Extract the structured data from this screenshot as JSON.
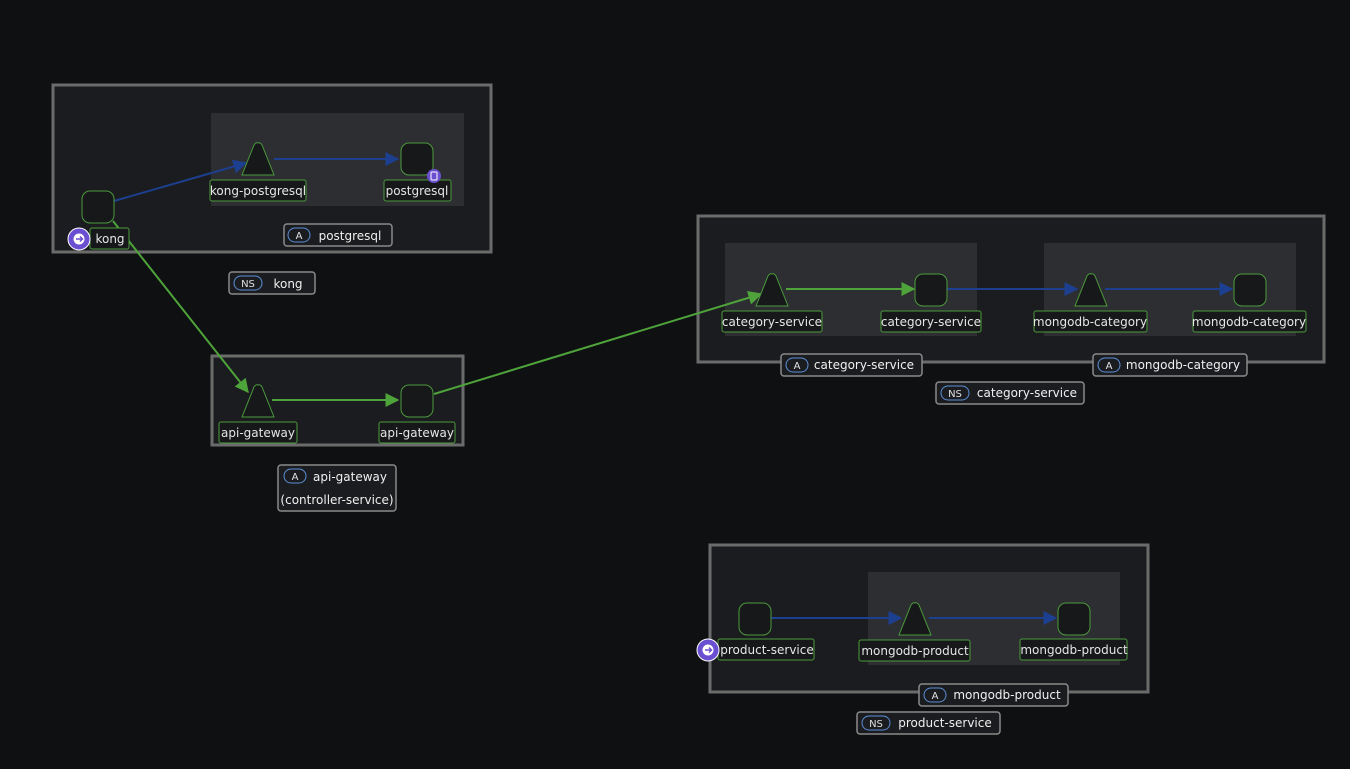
{
  "colors": {
    "background": "#0f1012",
    "namespace_box_border": "#6b6b6b",
    "namespace_box_fill": "#1b1c1f",
    "app_box_fill": "#2d2e31",
    "node_border": "#4b9a3c",
    "node_fill": "#17181a",
    "edge_green": "#4ea33a",
    "edge_blue": "#1d3f8f",
    "badge_border": "#8a8a8a",
    "badge_fill": "#1b1c1f",
    "pill_border": "#5b8fd6",
    "ingress_icon": "#6b4fd1",
    "db_icon": "#6b4fd1"
  },
  "nodes": {
    "kong": {
      "label": "kong",
      "shape": "square",
      "icon": "ingress-arrow-icon"
    },
    "kong_postgresql": {
      "label": "kong-postgresql",
      "shape": "triangle"
    },
    "postgresql": {
      "label": "postgresql",
      "shape": "square",
      "icon": "database-icon"
    },
    "api_gateway_svc": {
      "label": "api-gateway",
      "shape": "triangle"
    },
    "api_gateway_wl": {
      "label": "api-gateway",
      "shape": "square"
    },
    "category_service_svc": {
      "label": "category-service",
      "shape": "triangle"
    },
    "category_service_wl": {
      "label": "category-service",
      "shape": "square"
    },
    "mongodb_category_svc": {
      "label": "mongodb-category",
      "shape": "triangle"
    },
    "mongodb_category_wl": {
      "label": "mongodb-category",
      "shape": "square"
    },
    "product_service": {
      "label": "product-service",
      "shape": "square",
      "icon": "ingress-arrow-icon"
    },
    "mongodb_product_svc": {
      "label": "mongodb-product",
      "shape": "triangle"
    },
    "mongodb_product_wl": {
      "label": "mongodb-product",
      "shape": "square"
    }
  },
  "edges": [
    {
      "from": "kong",
      "to": "kong_postgresql",
      "color": "blue"
    },
    {
      "from": "kong_postgresql",
      "to": "postgresql",
      "color": "blue"
    },
    {
      "from": "kong",
      "to": "api_gateway_svc",
      "color": "green"
    },
    {
      "from": "api_gateway_svc",
      "to": "api_gateway_wl",
      "color": "green"
    },
    {
      "from": "api_gateway_wl",
      "to": "category_service_svc",
      "color": "green"
    },
    {
      "from": "category_service_svc",
      "to": "category_service_wl",
      "color": "green"
    },
    {
      "from": "category_service_wl",
      "to": "mongodb_category_svc",
      "color": "blue"
    },
    {
      "from": "mongodb_category_svc",
      "to": "mongodb_category_wl",
      "color": "blue"
    },
    {
      "from": "product_service",
      "to": "mongodb_product_svc",
      "color": "blue"
    },
    {
      "from": "mongodb_product_svc",
      "to": "mongodb_product_wl",
      "color": "blue"
    }
  ],
  "badges": {
    "app_postgresql": {
      "pill": "A",
      "label": "postgresql"
    },
    "ns_kong": {
      "pill": "NS",
      "label": "kong"
    },
    "app_api_gateway": {
      "pill": "A",
      "label": "api-gateway",
      "sublabel": "(controller-service)"
    },
    "app_category_service": {
      "pill": "A",
      "label": "category-service"
    },
    "app_mongodb_category": {
      "pill": "A",
      "label": "mongodb-category"
    },
    "ns_category_service": {
      "pill": "NS",
      "label": "category-service"
    },
    "app_mongodb_product": {
      "pill": "A",
      "label": "mongodb-product"
    },
    "ns_product_service": {
      "pill": "NS",
      "label": "product-service"
    }
  }
}
